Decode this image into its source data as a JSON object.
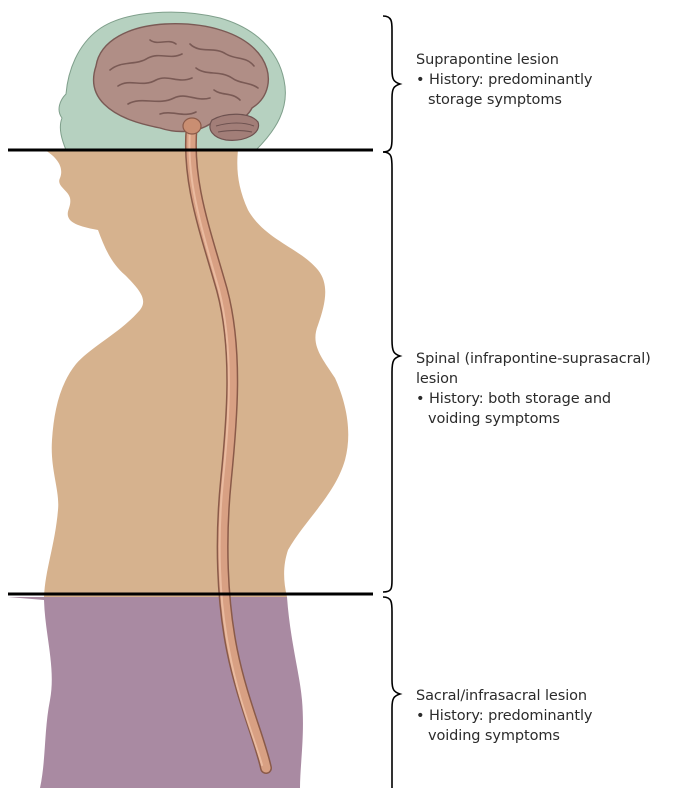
{
  "colors": {
    "head_halo": "#a9c9b5",
    "skin": "#d6b28e",
    "lower_body": "#a98aa2",
    "spinal_cord": "#d8a083",
    "divider": "#000000",
    "brace": "#000000",
    "text": "#2b2b2b"
  },
  "regions": [
    {
      "name": "supra",
      "title": "Suprapontine lesion",
      "history_line1": "History: predominantly",
      "history_line2": "storage symptoms"
    },
    {
      "name": "spinal",
      "title_line1": "Spinal (infrapontine-suprasacral)",
      "title_line2": "lesion",
      "history_line1": "History: both storage and",
      "history_line2": "voiding symptoms"
    },
    {
      "name": "sacral",
      "title": "Sacral/infrasacral lesion",
      "history_line1": "History: predominantly",
      "history_line2": "voiding symptoms"
    }
  ]
}
